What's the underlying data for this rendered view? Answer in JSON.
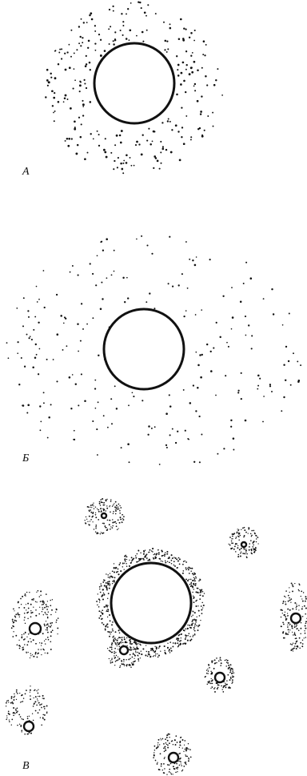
{
  "figure": {
    "panels": [
      {
        "label": "А",
        "description_key": "panel-a",
        "dot_density": "dense",
        "dot_extent": "tight"
      },
      {
        "label": "Б",
        "description_key": "panel-b",
        "dot_density": "sparse",
        "dot_extent": "wide"
      },
      {
        "label": "В",
        "description_key": "panel-v",
        "dot_density": "clustered"
      }
    ]
  },
  "colors": {
    "ink": "#111111",
    "background": "#ffffff"
  }
}
